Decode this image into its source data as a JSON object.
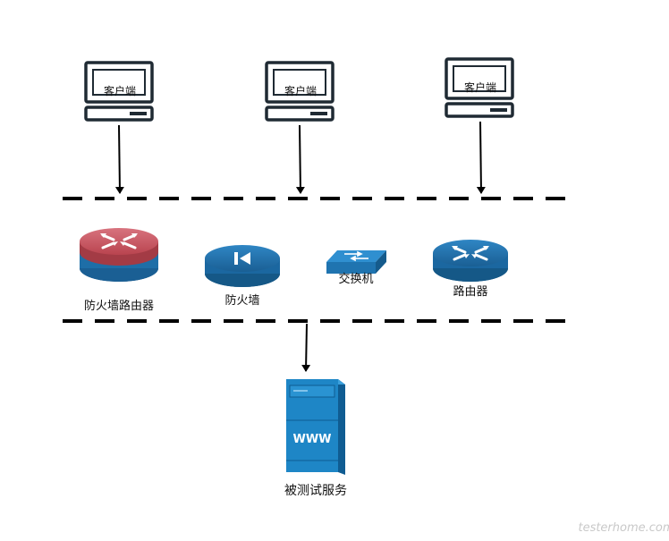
{
  "clients": [
    {
      "label": "客户端",
      "icon": "desktop-computer-icon"
    },
    {
      "label": "客户端",
      "icon": "desktop-computer-icon"
    },
    {
      "label": "客户端",
      "icon": "desktop-computer-icon"
    }
  ],
  "devices": [
    {
      "label": "防火墙路由器",
      "icon": "firewall-router-icon",
      "color": "#c8505e"
    },
    {
      "label": "防火墙",
      "icon": "firewall-icon",
      "color": "#1e6ea7"
    },
    {
      "label": "交换机",
      "icon": "switch-icon",
      "color": "#2789c9"
    },
    {
      "label": "路由器",
      "icon": "router-icon",
      "color": "#1e6ea7"
    }
  ],
  "server": {
    "label": "被测试服务",
    "face_text": "WWW",
    "icon": "web-server-icon",
    "color": "#1e86c6"
  },
  "watermark": "testerhome.com",
  "colors": {
    "line": "#000000",
    "device_blue": "#1e6ea7",
    "device_red": "#c8505e"
  }
}
